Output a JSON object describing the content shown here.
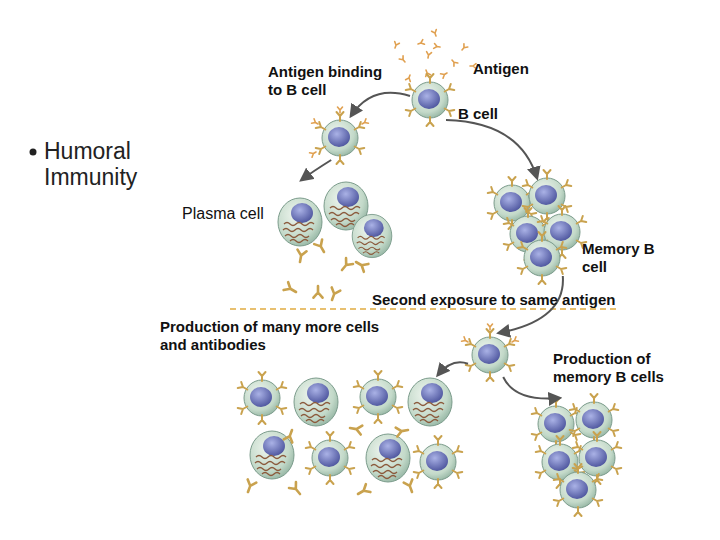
{
  "diagram": {
    "title": "Humoral Immunity",
    "nodes": [
      {
        "text": [
          "Antigen binding to B cell"
        ]
      },
      {
        "text": [
          "B cell"
        ]
      },
      {
        "text": [
          "Plasma cell"
        ]
      },
      {
        "text": [
          "Memory B cell"
        ]
      },
      {
        "text": [
          "Second exposure to same antigen"
        ]
      },
      {
        "text": [
          "Production of many more cells and antibodies"
        ]
      },
      {
        "text": [
          "Production of memory B cells"
        ]
      }
    ],
    "edges": [
      {
        "from": 1,
        "to": 0,
        "arrow": "to"
      },
      {
        "from": 0,
        "to": 2,
        "arrow": "to"
      },
      {
        "from": 1,
        "to": 3,
        "arrow": "to"
      },
      {
        "from": 3,
        "to": 4,
        "arrow": "to"
      },
      {
        "from": 4,
        "to": 5,
        "arrow": "to"
      },
      {
        "from": 4,
        "to": 6,
        "arrow": "to"
      }
    ],
    "labels": [
      "Antigen"
    ]
  }
}
